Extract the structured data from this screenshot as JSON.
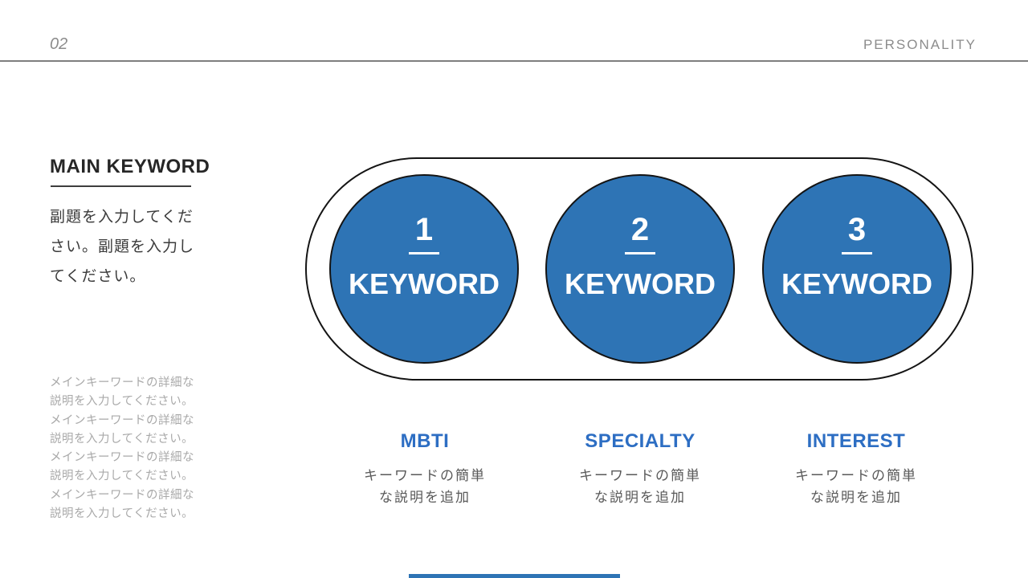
{
  "slide": {
    "page_number": "02",
    "section_title": "PERSONALITY"
  },
  "left_panel": {
    "title": "MAIN KEYWORD",
    "subtitle": "副題を入力してくだ\nさい。副題を入力し\nてください。",
    "description": "メインキーワードの詳細な\n説明を入力してください。\nメインキーワードの詳細な\n説明を入力してください。\nメインキーワードの詳細な\n説明を入力してください。\nメインキーワードの詳細な\n説明を入力してください。"
  },
  "diagram": {
    "circles": [
      {
        "number": "1",
        "label": "KEYWORD"
      },
      {
        "number": "2",
        "label": "KEYWORD"
      },
      {
        "number": "3",
        "label": "KEYWORD"
      }
    ],
    "categories": [
      {
        "title": "MBTI",
        "description": "キーワードの簡単\nな説明を追加"
      },
      {
        "title": "SPECIALTY",
        "description": "キーワードの簡単\nな説明を追加"
      },
      {
        "title": "INTEREST",
        "description": "キーワードの簡単\nな説明を追加"
      }
    ]
  },
  "colors": {
    "circle_blue": "#2E74B5",
    "category_blue": "#2D6EC3",
    "header_gray": "#8C8C8C",
    "dark_text": "#3B3B3B",
    "muted_text": "#A9A9A9",
    "outline_black": "#141414"
  }
}
